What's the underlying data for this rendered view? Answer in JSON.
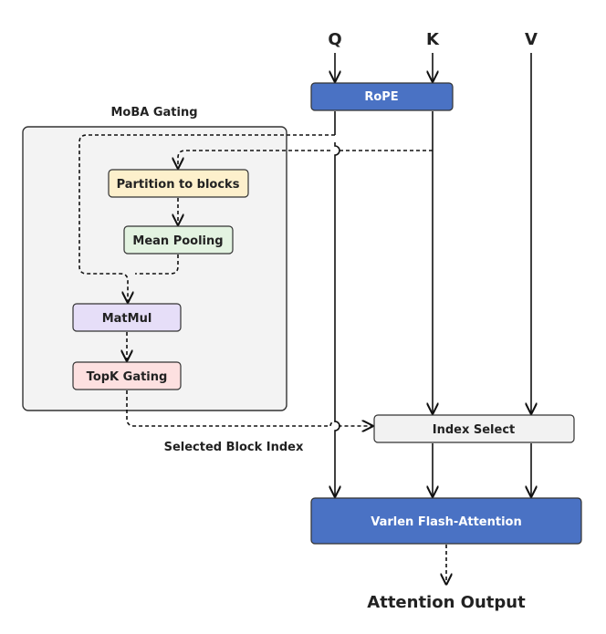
{
  "inputs": {
    "q": "Q",
    "k": "K",
    "v": "V"
  },
  "nodes": {
    "rope": "RoPE",
    "partition": "Partition to blocks",
    "mean_pooling": "Mean Pooling",
    "matmul": "MatMul",
    "topk": "TopK Gating",
    "index_select": "Index Select",
    "flash_attention": "Varlen Flash-Attention"
  },
  "group_label": "MoBA Gating",
  "edge_label": "Selected Block Index",
  "output_label": "Attention Output",
  "colors": {
    "blue": "#4a72c4",
    "partition_fill": "#fdf0cc",
    "mean_pool_fill": "#e3f3e1",
    "matmul_fill": "#e6def8",
    "topk_fill": "#fde0e0",
    "index_fill": "#f2f2f2",
    "group_fill": "#f3f3f3"
  }
}
